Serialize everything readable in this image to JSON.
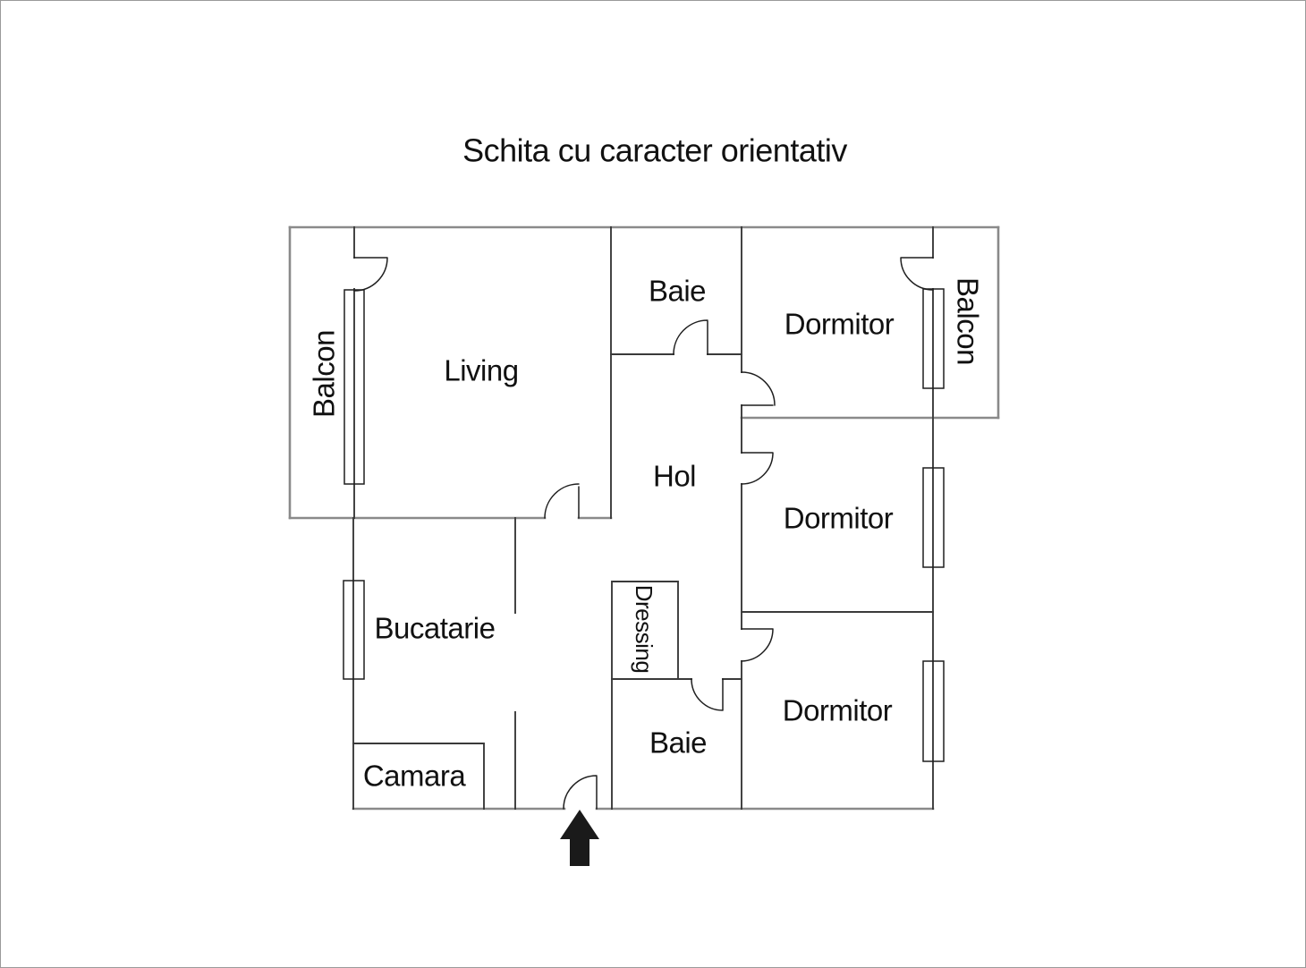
{
  "title": "Schita cu caracter orientativ",
  "rooms": {
    "balcon_left": "Balcon",
    "living": "Living",
    "baie_top": "Baie",
    "dormitor_top": "Dormitor",
    "balcon_right": "Balcon",
    "hol": "Hol",
    "dormitor_mid": "Dormitor",
    "bucatarie": "Bucatarie",
    "dressing": "Dressing",
    "dormitor_bottom": "Dormitor",
    "baie_bottom": "Baie",
    "camara": "Camara"
  },
  "colors": {
    "background": "#ffffff",
    "wall_outer": "#8a8a8a",
    "wall_inner": "#3a3a3a",
    "door_line": "#1f1f1f",
    "text": "#111111",
    "entrance_arrow": "#1a1a1a"
  }
}
